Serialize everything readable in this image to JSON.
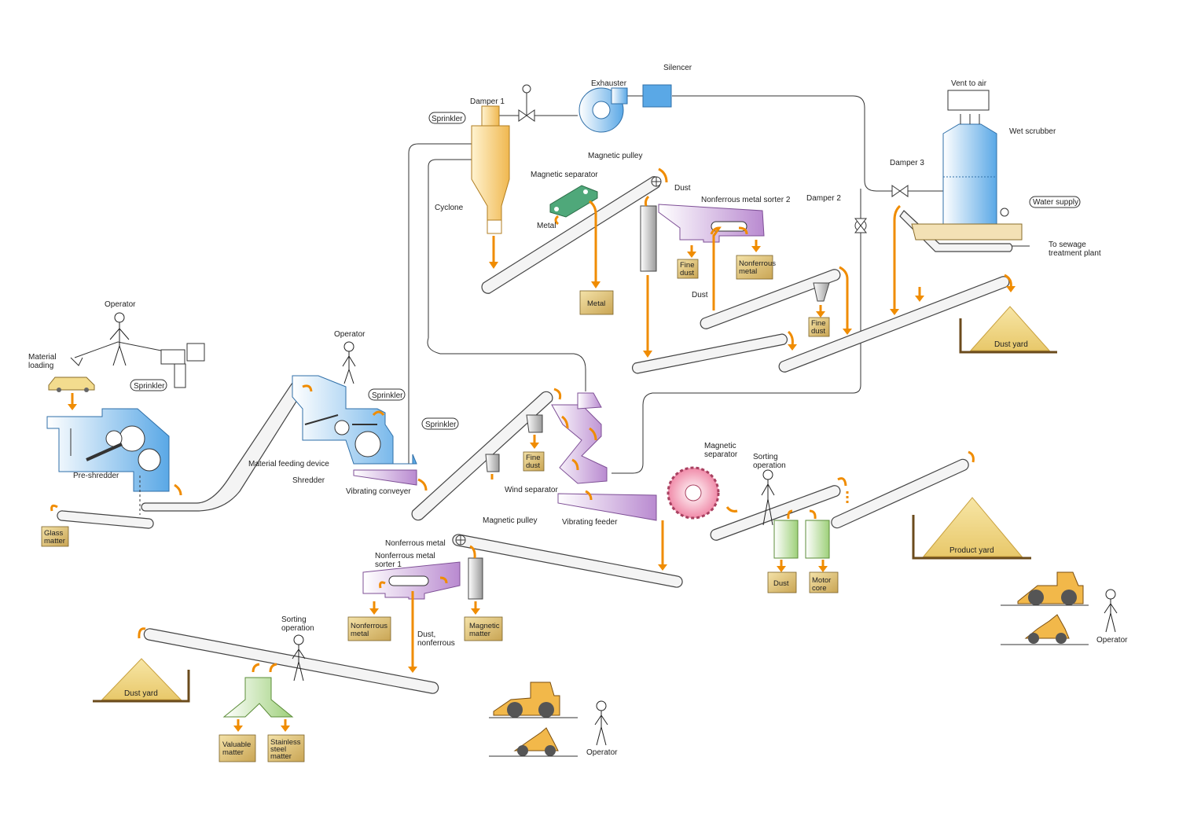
{
  "colors": {
    "flow_arrow": "#f08c00",
    "belt_fill": "#f4f4f4",
    "product_box": "#d9bc72",
    "yard_pile": "#f3dc8e",
    "blue_equipment": "#6fb6ea",
    "purple_equipment": "#c9a0d8",
    "cyclone": "#f4c66b",
    "green_equipment": "#a9d88a",
    "magnetic_separator": "#f0a0b8"
  },
  "labels": {
    "operator_1": "Operator",
    "material_loading": "Material\nloading",
    "sprinkler_1": "Sprinkler",
    "pre_shredder": "Pre-shredder",
    "glass_matter": "Glass\nmatter",
    "operator_2": "Operator",
    "sprinkler_2": "Sprinkler",
    "material_feeding_device": "Material feeding device",
    "shredder": "Shredder",
    "vibrating_conveyer": "Vibrating conveyer",
    "damper_1": "Damper 1",
    "sprinkler_3": "Sprinkler",
    "cyclone": "Cyclone",
    "exhauster": "Exhauster",
    "silencer": "Silencer",
    "magnetic_separator_1": "Magnetic separator",
    "metal_label": "Metal",
    "metal_box": "Metal",
    "magnetic_pulley_1": "Magnetic pulley",
    "dust_1": "Dust",
    "nonferrous_sorter_2": "Nonferrous metal sorter 2",
    "fine_dust_1": "Fine\ndust",
    "nonferrous_metal_box_1": "Nonferrous\nmetal",
    "dust_2": "Dust",
    "fine_dust_2": "Fine\ndust",
    "damper_2": "Damper 2",
    "damper_3": "Damper 3",
    "vent_to_air": "Vent to air",
    "wet_scrubber": "Wet scrubber",
    "water_supply": "Water supply",
    "to_sewage": "To sewage\ntreatment plant",
    "dust_yard_1": "Dust yard",
    "sprinkler_4": "Sprinkler",
    "fine_dust_3": "Fine\ndust",
    "wind_separator": "Wind separator",
    "vibrating_feeder": "Vibrating feeder",
    "magnetic_separator_2": "Magnetic\nseparator",
    "sorting_operation_1": "Sorting\noperation",
    "dust_box": "Dust",
    "motor_core": "Motor\ncore",
    "product_yard": "Product yard",
    "operator_3": "Operator",
    "magnetic_pulley_2": "Magnetic pulley",
    "nonferrous_metal_label": "Nonferrous metal",
    "nonferrous_sorter_1": "Nonferrous metal\nsorter 1",
    "nonferrous_metal_box_2": "Nonferrous\nmetal",
    "dust_nonferrous": "Dust,\nnonferrous",
    "magnetic_matter": "Magnetic\nmatter",
    "sorting_operation_2": "Sorting\noperation",
    "dust_yard_2": "Dust yard",
    "valuable_matter": "Valuable\nmatter",
    "stainless_steel": "Stainless\nsteel\nmatter",
    "operator_4": "Operator"
  }
}
